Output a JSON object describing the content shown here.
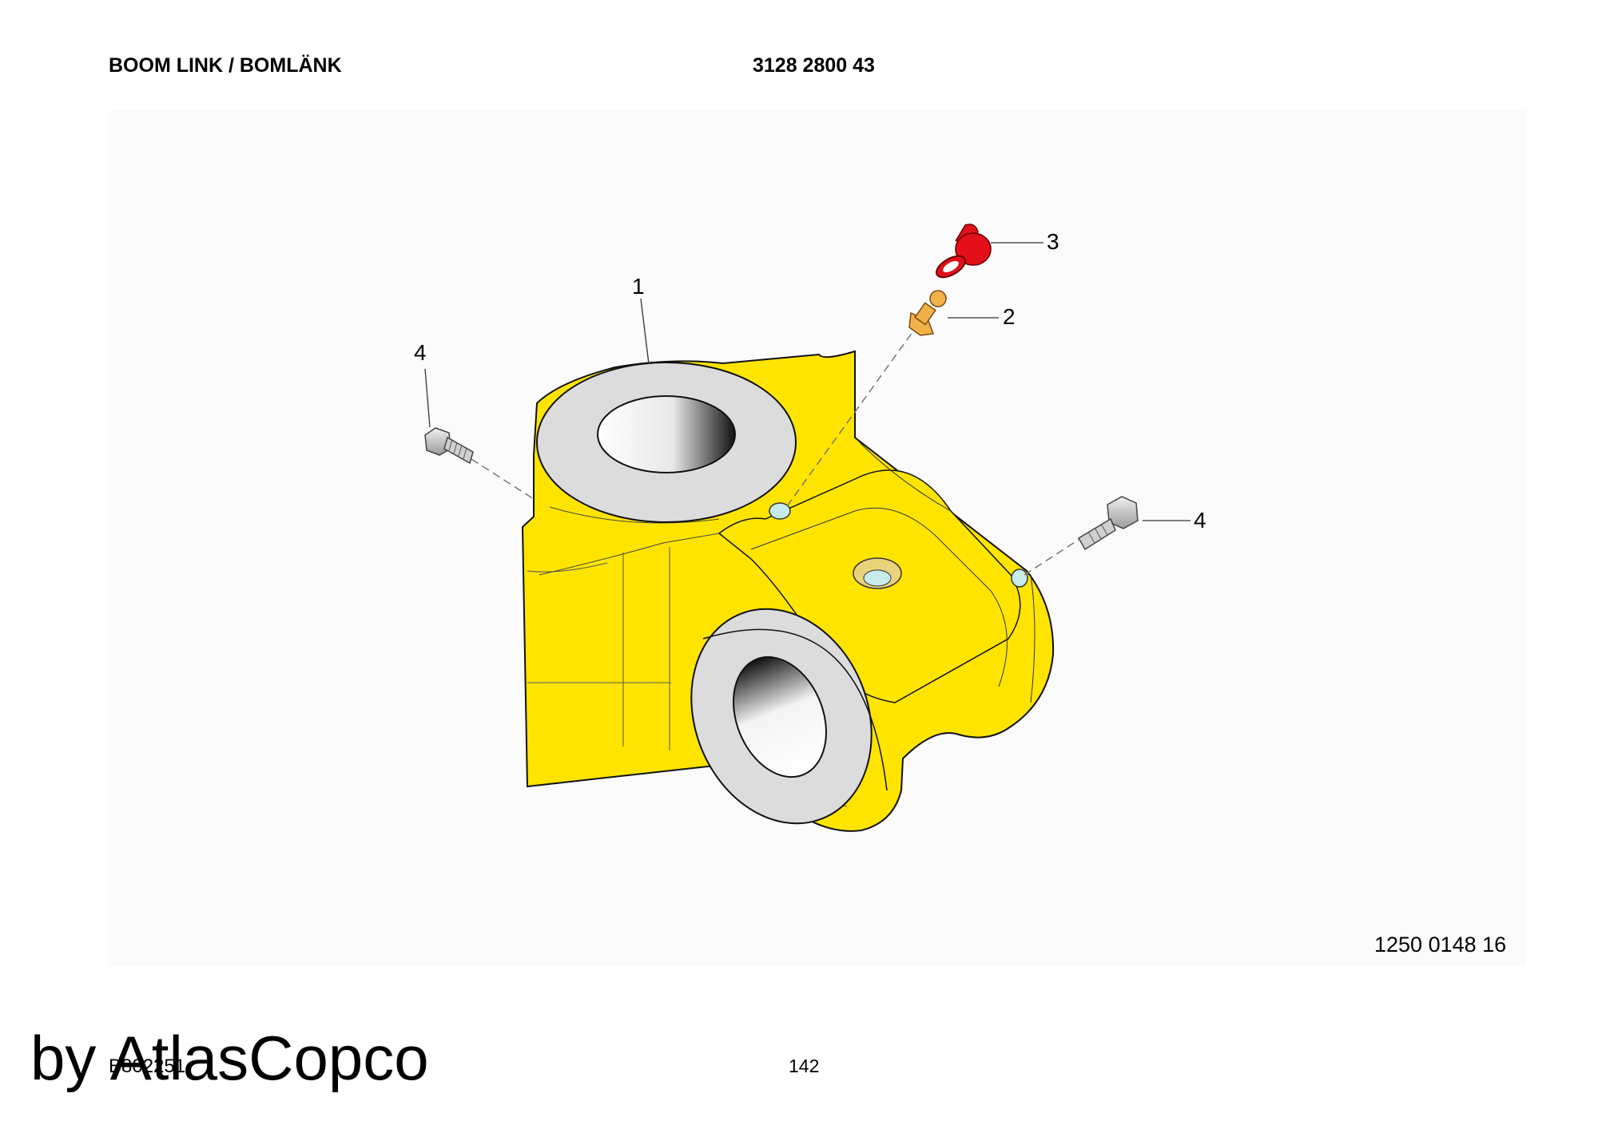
{
  "header": {
    "title": "BOOM LINK / BOMLÄNK",
    "part_number": "3128 2800 43"
  },
  "callouts": {
    "c1": "1",
    "c2": "2",
    "c3": "3",
    "c4_left": "4",
    "c4_right": "4"
  },
  "illustration_number": "1250 0148 16",
  "footer": {
    "doc_code": "B802251",
    "page": "142",
    "watermark": "by AtlasCopco"
  },
  "colors": {
    "body": "#ffe400",
    "bore": "#dcdcdc",
    "nipple": "#f2b24a",
    "cap": "#e3101a",
    "bolt": "#c8c8c8",
    "hole": "#c8ecec"
  }
}
